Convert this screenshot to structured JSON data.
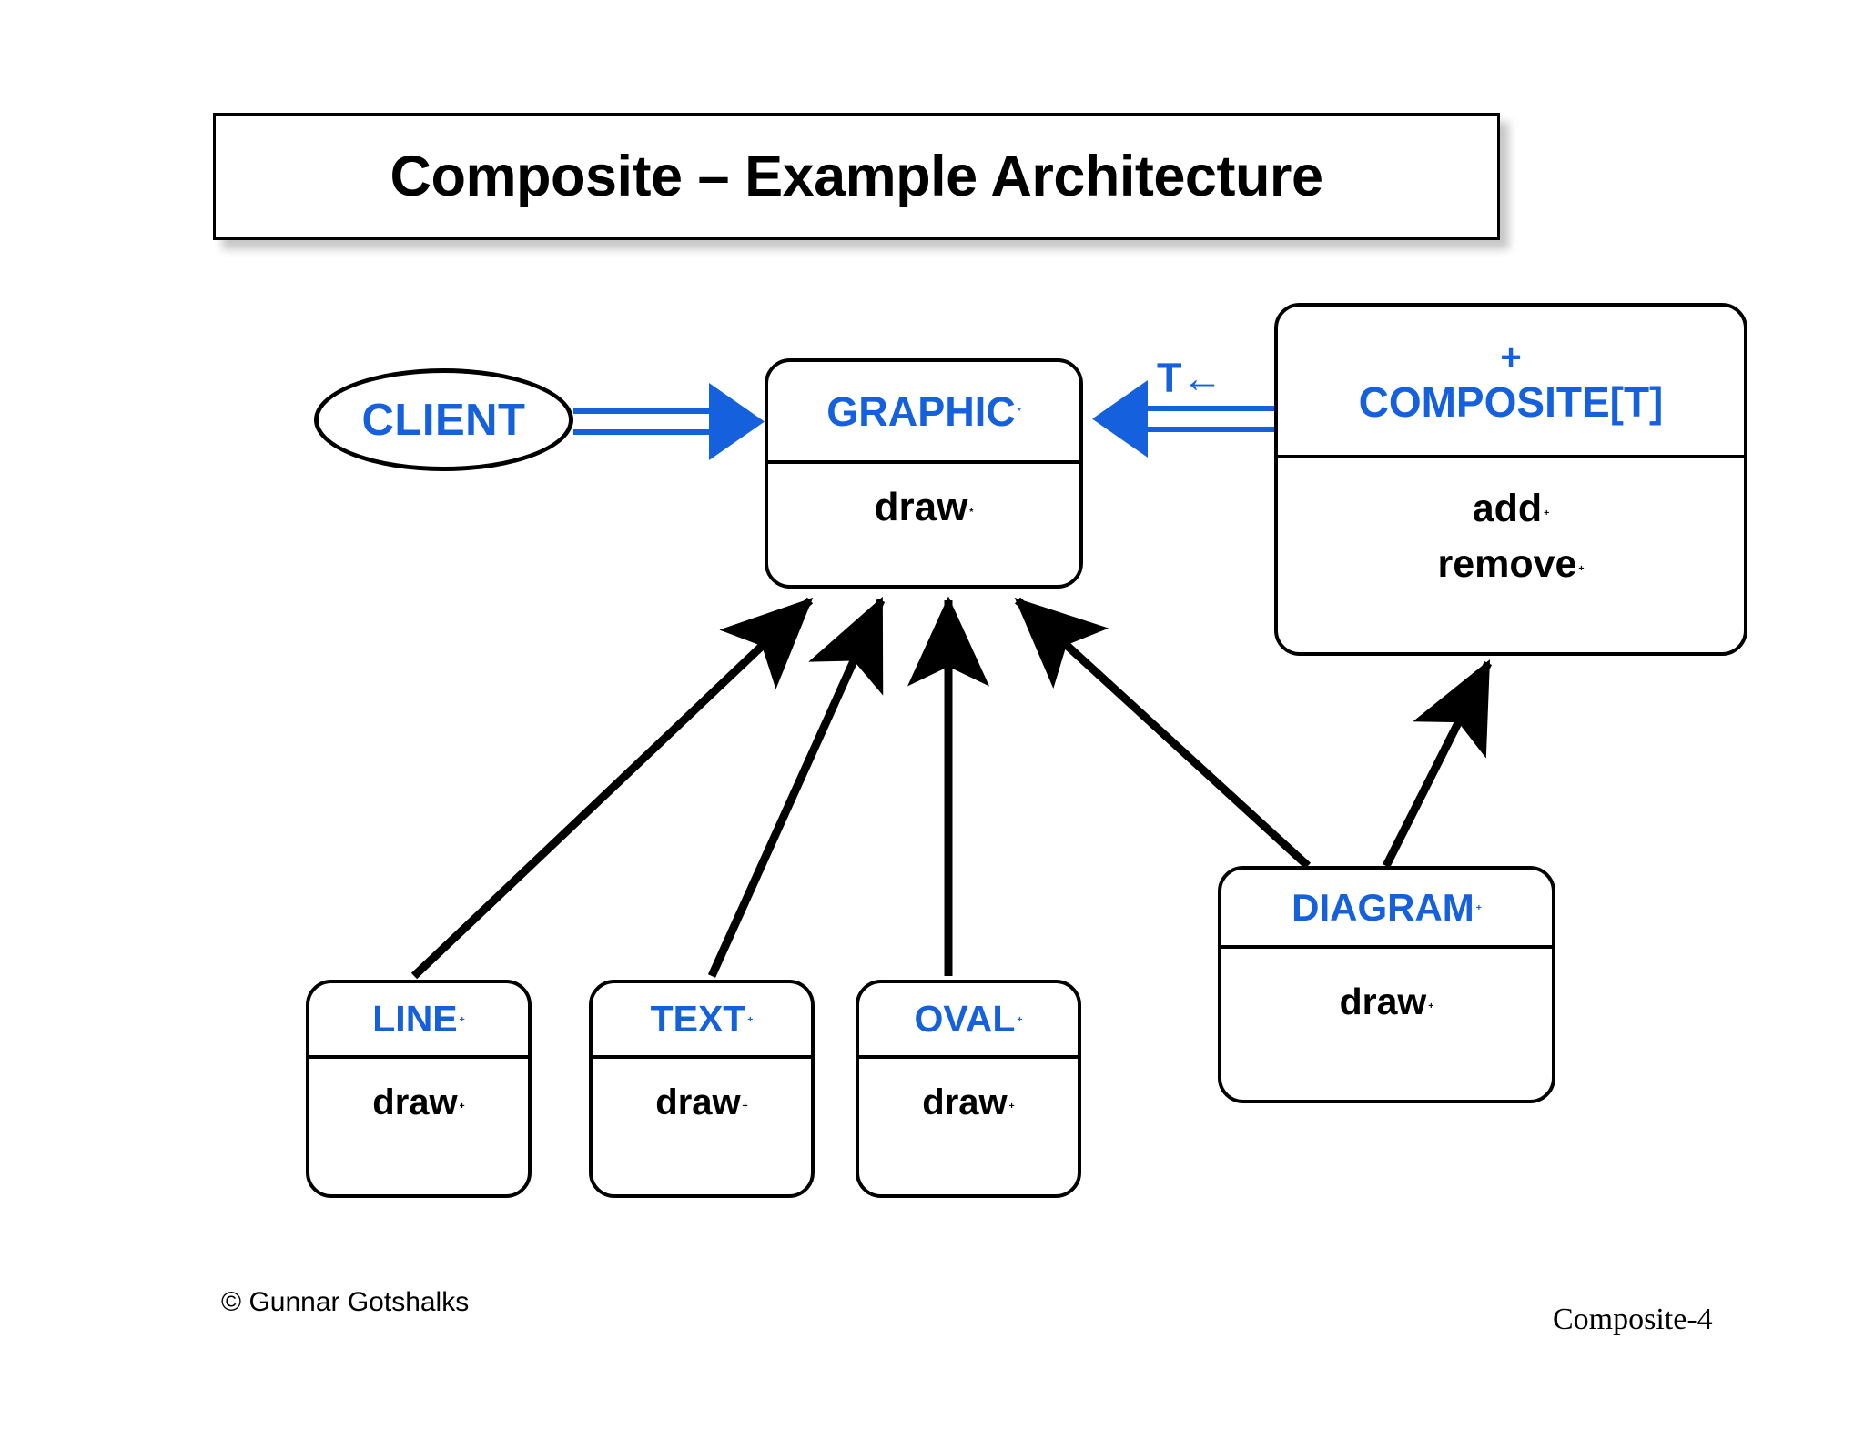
{
  "slide": {
    "title": "Composite – Example Architecture",
    "footer_left": "© Gunnar Gotshalks",
    "footer_right": "Composite-4"
  },
  "colors": {
    "class_name_blue": "#1560DC",
    "line_black": "#000000",
    "background": "#ffffff"
  },
  "nodes": {
    "client": {
      "label": "CLIENT",
      "shape": "ellipse"
    },
    "graphic": {
      "name": "GRAPHIC",
      "name_marker": "*",
      "features": [
        {
          "label": "draw",
          "marker": "*"
        }
      ]
    },
    "composite": {
      "header_marker": "+",
      "name": "COMPOSITE[T]",
      "features": [
        {
          "label": "add",
          "marker": "+"
        },
        {
          "label": "remove",
          "marker": "+"
        }
      ]
    },
    "line": {
      "name": "LINE",
      "name_marker": "+",
      "features": [
        {
          "label": "draw",
          "marker": "+"
        }
      ]
    },
    "text": {
      "name": "TEXT",
      "name_marker": "+",
      "features": [
        {
          "label": "draw",
          "marker": "+"
        }
      ]
    },
    "oval": {
      "name": "OVAL",
      "name_marker": "+",
      "features": [
        {
          "label": "draw",
          "marker": "+"
        }
      ]
    },
    "diagram": {
      "name": "DIAGRAM",
      "name_marker": "+",
      "features": [
        {
          "label": "draw",
          "marker": "+"
        }
      ]
    }
  },
  "edges": {
    "client_to_graphic": {
      "kind": "client-dependency",
      "color": "#1560DC"
    },
    "composite_to_graphic": {
      "kind": "generic-parameter",
      "color": "#1560DC",
      "label": "T←"
    },
    "line_to_graphic": {
      "kind": "inheritance",
      "color": "#000000"
    },
    "text_to_graphic": {
      "kind": "inheritance",
      "color": "#000000"
    },
    "oval_to_graphic": {
      "kind": "inheritance",
      "color": "#000000"
    },
    "diagram_to_graphic": {
      "kind": "inheritance",
      "color": "#000000"
    },
    "diagram_to_composite": {
      "kind": "inheritance",
      "color": "#000000"
    }
  }
}
